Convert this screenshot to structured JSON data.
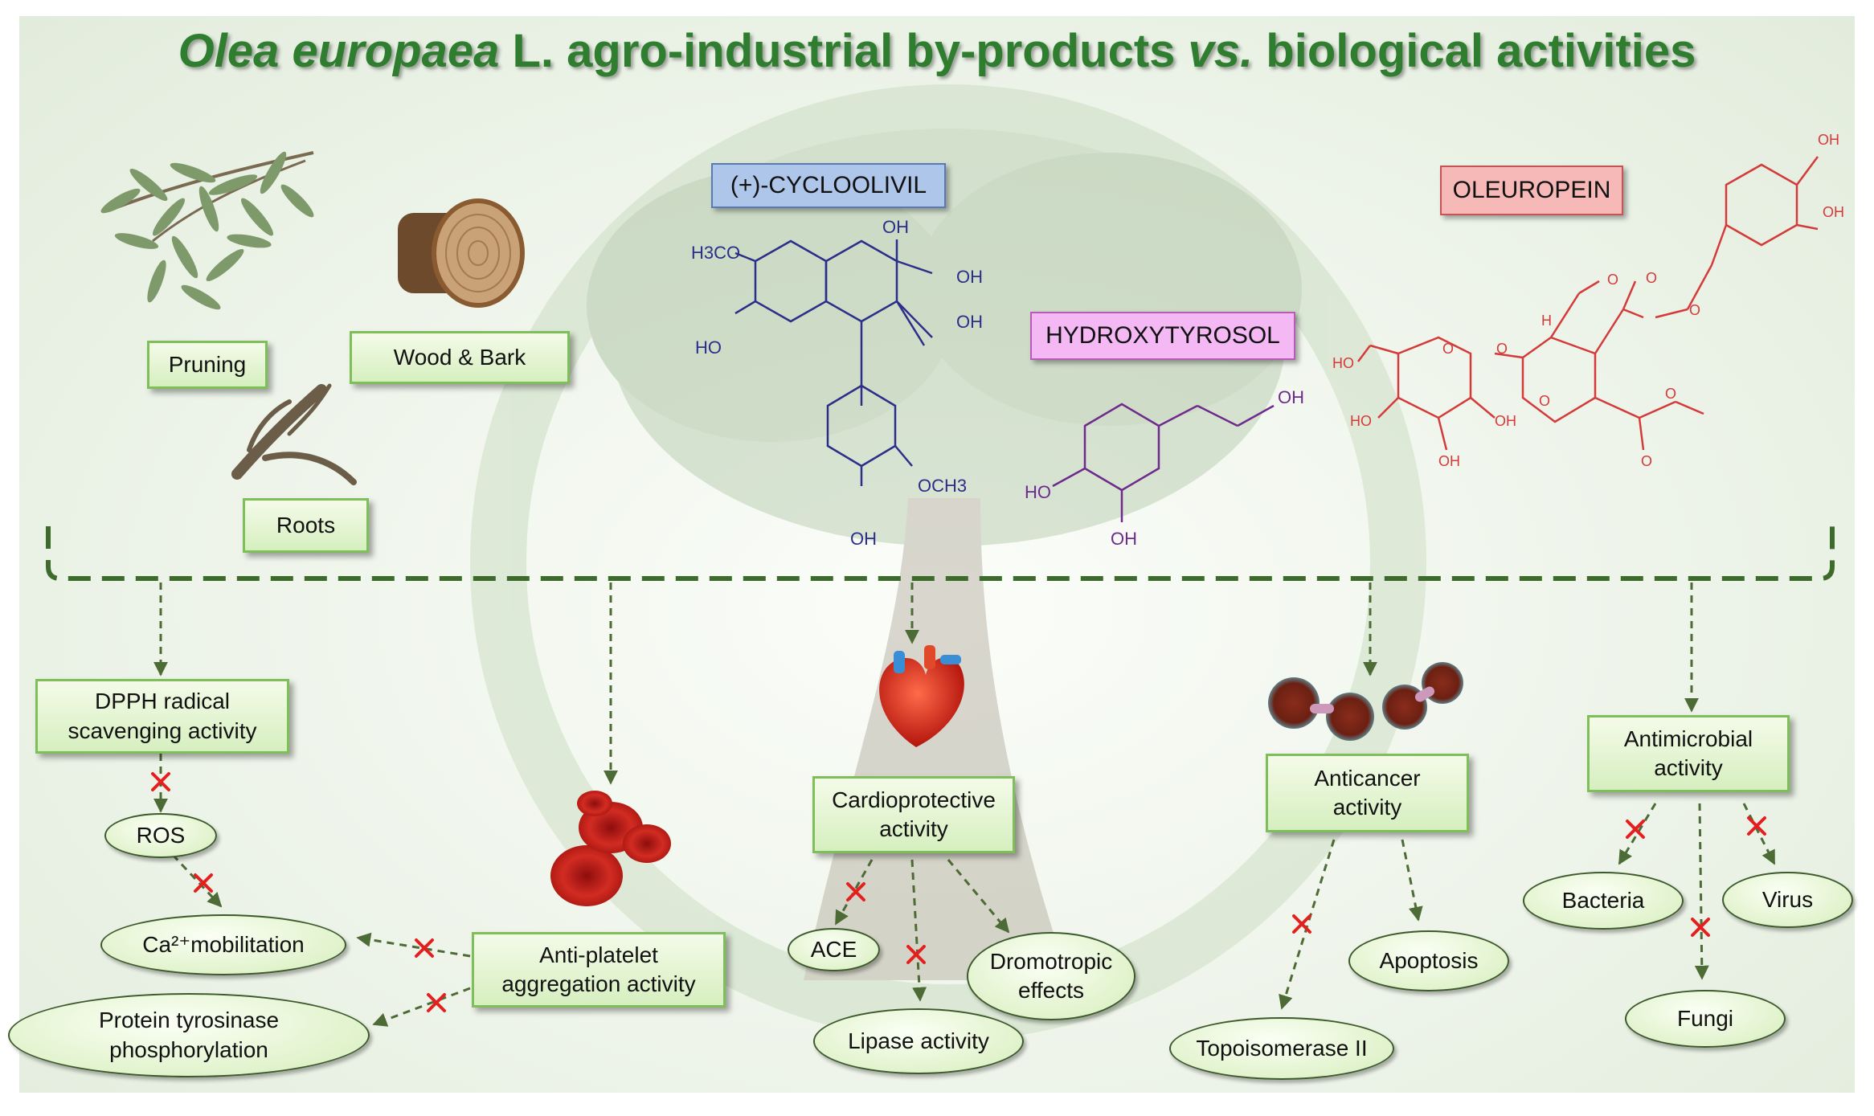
{
  "title": {
    "italic1": "Olea europaea",
    "mid": " L. agro-industrial by-products ",
    "italic2": "vs.",
    "end": " biological activities"
  },
  "colors": {
    "title": "#2f7d2f",
    "box_border": "#7fbf5a",
    "arrow": "#4d6b35",
    "inhibit": "#e32020",
    "cycloolivil": "#2b2f8a",
    "hydroxytyrosol": "#6e2a8c",
    "oleuropein": "#d43a3a"
  },
  "sources": {
    "pruning": "Pruning",
    "wood_bark": "Wood & Bark",
    "roots": "Roots"
  },
  "compounds": {
    "cycloolivil": {
      "label": "(+)-CYCLOOLIVIL",
      "fill": "#aec6ea",
      "atoms": [
        "H3CO",
        "HO",
        "OH",
        "OH",
        "OH",
        "OCH3",
        "OH"
      ]
    },
    "hydroxytyrosol": {
      "label": "HYDROXYTYROSOL",
      "fill": "#f4b8f4",
      "atoms": [
        "OH",
        "HO",
        "OH"
      ]
    },
    "oleuropein": {
      "label": "OLEUROPEIN",
      "fill": "#f7b8b8",
      "atoms": [
        "OH",
        "OH",
        "H",
        "HO",
        "O",
        "O",
        "O",
        "O",
        "O",
        "O",
        "O",
        "O",
        "HO",
        "OH",
        "OH"
      ]
    }
  },
  "activities": {
    "dpph": "DPPH radical scavenging activity",
    "antiplatelet": "Anti-platelet aggregation activity",
    "cardio": "Cardioprotective activity",
    "anticancer": "Anticancer activity",
    "antimicrobial": "Antimicrobial activity"
  },
  "targets": {
    "ros": "ROS",
    "ca_mob": "Ca²⁺mobilitation",
    "protein_tyr": "Protein tyrosinase phosphorylation",
    "ace": "ACE",
    "lipase": "Lipase activity",
    "dromotropic": "Dromotropic effects",
    "topoisomerase": "Topoisomerase II",
    "apoptosis": "Apoptosis",
    "bacteria": "Bacteria",
    "virus": "Virus",
    "fungi": "Fungi"
  }
}
